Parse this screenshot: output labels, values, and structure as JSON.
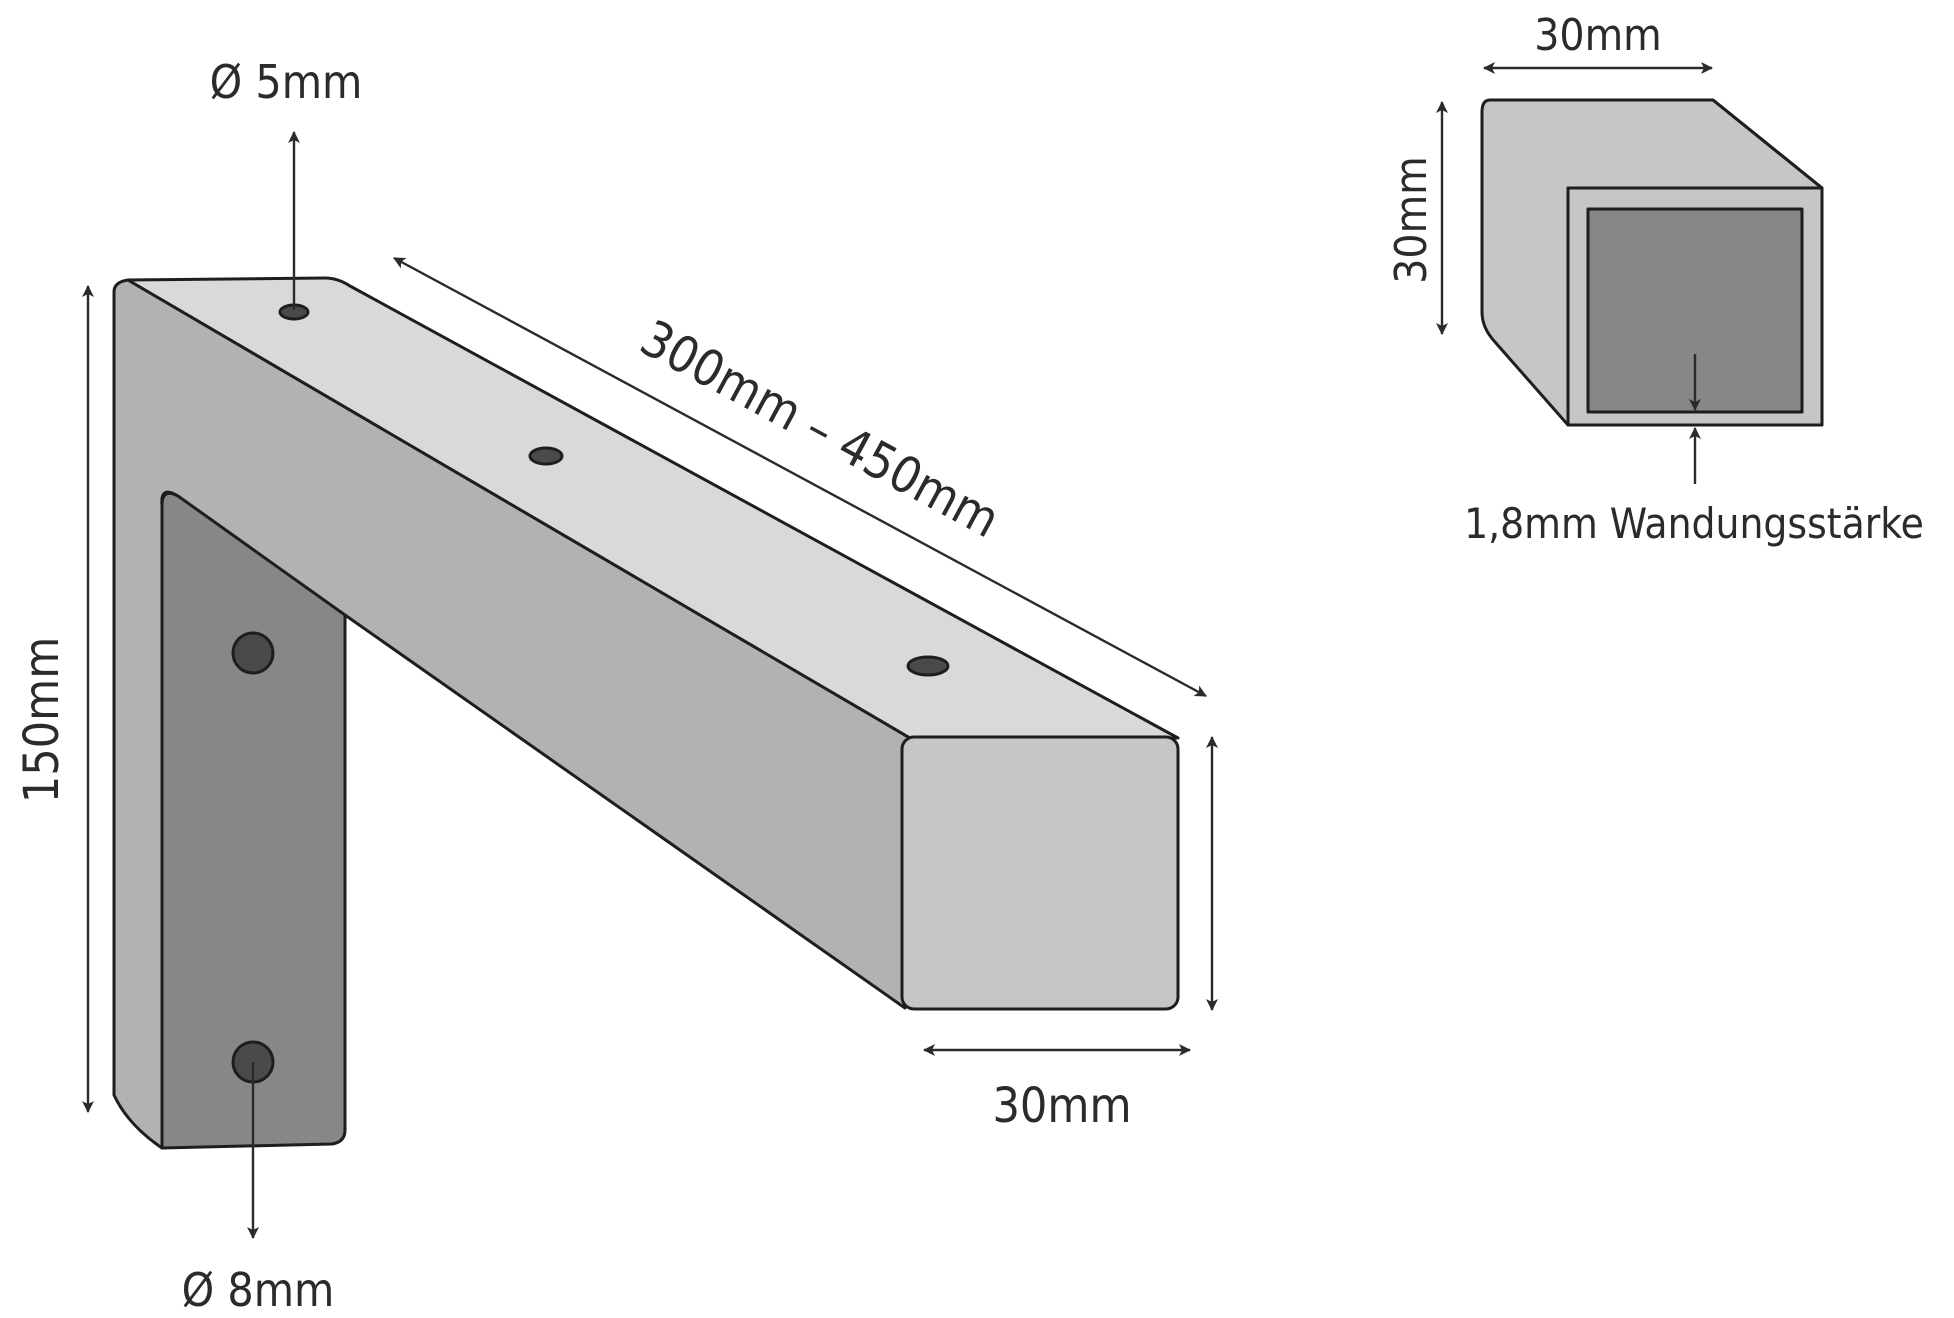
{
  "labels": {
    "top_hole_diameter": "Ø 5mm",
    "length_range": "300mm – 450mm",
    "height": "150mm",
    "bottom_hole_diameter": "Ø 8mm",
    "profile_width": "30mm",
    "section_width": "30mm",
    "section_height": "30mm",
    "wall_thickness": "1,8mm Wandungsstärke"
  },
  "colors": {
    "top_face": "#d9d9d9",
    "side_face": "#b3b2b2",
    "end_face": "#c6c6c6",
    "back_face": "#878787",
    "hole": "#4a4a4a",
    "outline": "#1e1e1e",
    "dimension": "#2b2b2b"
  }
}
